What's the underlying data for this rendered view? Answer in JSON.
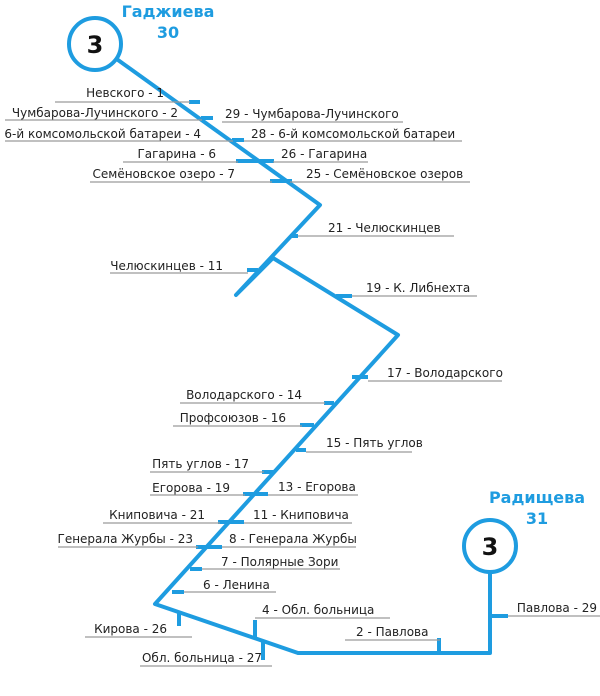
{
  "route_number": "3",
  "line_color": "#1E9CE0",
  "terminals": {
    "north": {
      "name": "Гаджиева",
      "number": "30"
    },
    "south": {
      "name": "Радищева",
      "number": "31"
    }
  },
  "stops_left": [
    {
      "id": "nevskogo-1",
      "label": "Невского - 1"
    },
    {
      "id": "chumbarova-2",
      "label": "Чумбарова-Лучинского - 2"
    },
    {
      "id": "batarei-4",
      "label": "6-й комсомольской батареи - 4"
    },
    {
      "id": "gagarina-6",
      "label": "Гагарина - 6"
    },
    {
      "id": "semenovskoe-7",
      "label": "Семёновское озеро - 7"
    },
    {
      "id": "chelyuskintsev-11",
      "label": "Челюскинцев - 11"
    },
    {
      "id": "volodarskogo-14",
      "label": "Володарского - 14"
    },
    {
      "id": "profsoyuzov-16",
      "label": "Профсоюзов - 16"
    },
    {
      "id": "pyat-uglov-17",
      "label": "Пять углов - 17"
    },
    {
      "id": "egorova-19",
      "label": "Егорова - 19"
    },
    {
      "id": "knipovicha-21",
      "label": "Книповича - 21"
    },
    {
      "id": "zhurby-23",
      "label": "Генерала Журбы - 23"
    },
    {
      "id": "kirova-26",
      "label": "Кирова - 26"
    },
    {
      "id": "bolnitsa-27",
      "label": "Обл. больница - 27"
    }
  ],
  "stops_right": [
    {
      "id": "chumbarova-29",
      "label": "29 - Чумбарова-Лучинского"
    },
    {
      "id": "batarei-28",
      "label": "28 - 6-й комсомольской батареи"
    },
    {
      "id": "gagarina-26",
      "label": "26 - Гагарина"
    },
    {
      "id": "semenovskoe-25",
      "label": "25 - Семёновское озеров"
    },
    {
      "id": "chelyuskintsev-21",
      "label": "21 - Челюскинцев"
    },
    {
      "id": "libknehta-19",
      "label": "19 - К. Либнехта"
    },
    {
      "id": "volodarskogo-17",
      "label": "17 - Володарского"
    },
    {
      "id": "pyat-uglov-15",
      "label": "15 - Пять углов"
    },
    {
      "id": "egorova-13",
      "label": "13 - Егорова"
    },
    {
      "id": "knipovicha-11",
      "label": "11 - Книповича"
    },
    {
      "id": "zhurby-8",
      "label": "8 - Генерала Журбы"
    },
    {
      "id": "polyarnye-zori-7",
      "label": "7 - Полярные Зори"
    },
    {
      "id": "lenina-6",
      "label": "6 - Ленина"
    },
    {
      "id": "bolnitsa-4",
      "label": "4 - Обл. больница"
    },
    {
      "id": "pavlova-2",
      "label": "2 - Павлова"
    },
    {
      "id": "pavlova-29",
      "label": "Павлова - 29"
    }
  ]
}
